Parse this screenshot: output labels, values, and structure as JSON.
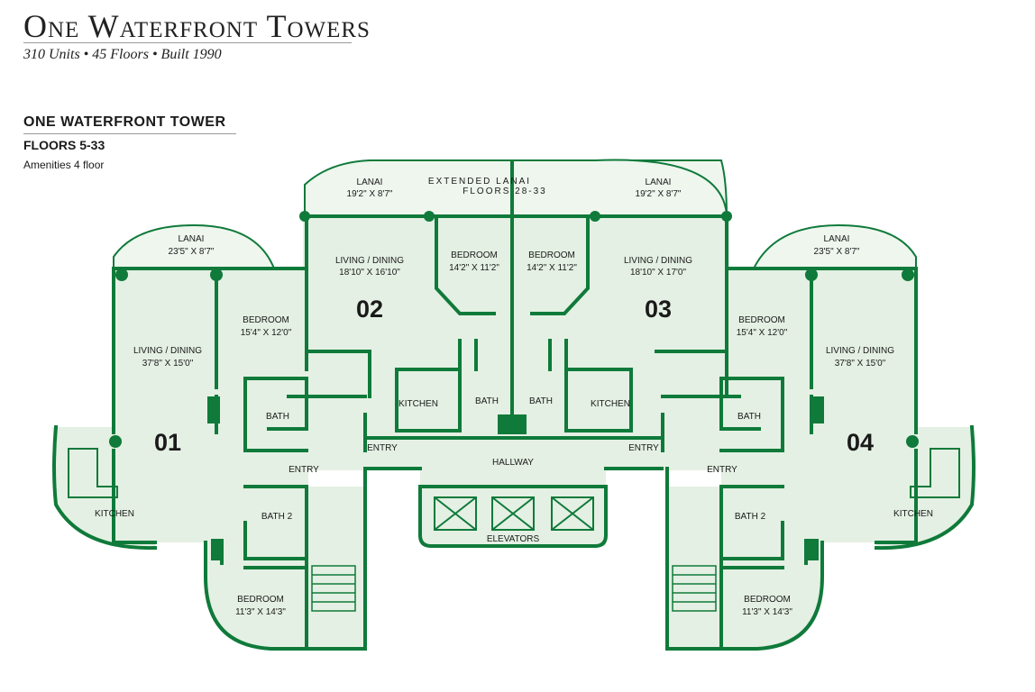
{
  "header": {
    "title": "One Waterfront Towers",
    "subtitle": "310 Units • 45 Floors • Built 1990"
  },
  "section": {
    "title": "ONE WATERFRONT TOWER",
    "floors": "FLOORS 5-33",
    "amenities": "Amenities 4 floor"
  },
  "colors": {
    "wall": "#0f7a3a",
    "floor": "#e4f0e3",
    "lanai": "#eef6ee"
  },
  "plan": {
    "units": {
      "u01": "01",
      "u02": "02",
      "u03": "03",
      "u04": "04"
    },
    "rooms": {
      "u01_lanai": {
        "name": "LANAI",
        "dim": "23'5\" X 8'7\""
      },
      "u01_living": {
        "name": "LIVING / DINING",
        "dim": "37'8\" X 15'0\""
      },
      "u01_bedroom": {
        "name": "BEDROOM",
        "dim": "15'4\" X 12'0\""
      },
      "u01_bath": {
        "name": "BATH"
      },
      "u01_entry": {
        "name": "ENTRY"
      },
      "u01_kitchen": {
        "name": "KITCHEN"
      },
      "u01_bath2": {
        "name": "BATH 2"
      },
      "u01_bedroom2": {
        "name": "BEDROOM",
        "dim": "11'3\" X 14'3\""
      },
      "u02_lanai": {
        "name": "LANAI",
        "dim": "19'2\" X 8'7\""
      },
      "u02_living": {
        "name": "LIVING / DINING",
        "dim": "18'10\" X 16'10\""
      },
      "u02_bedroom": {
        "name": "BEDROOM",
        "dim": "14'2\" X 11'2\""
      },
      "u02_kitchen": {
        "name": "KITCHEN"
      },
      "u02_bath": {
        "name": "BATH"
      },
      "u02_entry": {
        "name": "ENTRY"
      },
      "u03_lanai": {
        "name": "LANAI",
        "dim": "19'2\" X 8'7\""
      },
      "u03_living": {
        "name": "LIVING / DINING",
        "dim": "18'10\" X 17'0\""
      },
      "u03_bedroom": {
        "name": "BEDROOM",
        "dim": "14'2\" X 11'2\""
      },
      "u03_kitchen": {
        "name": "KITCHEN"
      },
      "u03_bath": {
        "name": "BATH"
      },
      "u03_entry": {
        "name": "ENTRY"
      },
      "u04_lanai": {
        "name": "LANAI",
        "dim": "23'5\" X 8'7\""
      },
      "u04_living": {
        "name": "LIVING / DINING",
        "dim": "37'8\" X 15'0\""
      },
      "u04_bedroom": {
        "name": "BEDROOM",
        "dim": "15'4\" X 12'0\""
      },
      "u04_bath": {
        "name": "BATH"
      },
      "u04_entry": {
        "name": "ENTRY"
      },
      "u04_kitchen": {
        "name": "KITCHEN"
      },
      "u04_bath2": {
        "name": "BATH 2"
      },
      "u04_bedroom2": {
        "name": "BEDROOM",
        "dim": "11'3\" X 14'3\""
      }
    },
    "common": {
      "extended_lanai_1": "EXTENDED  LANAI",
      "extended_lanai_2": "FLOORS  28-33",
      "hallway": "HALLWAY",
      "elevators": "ELEVATORS"
    }
  }
}
